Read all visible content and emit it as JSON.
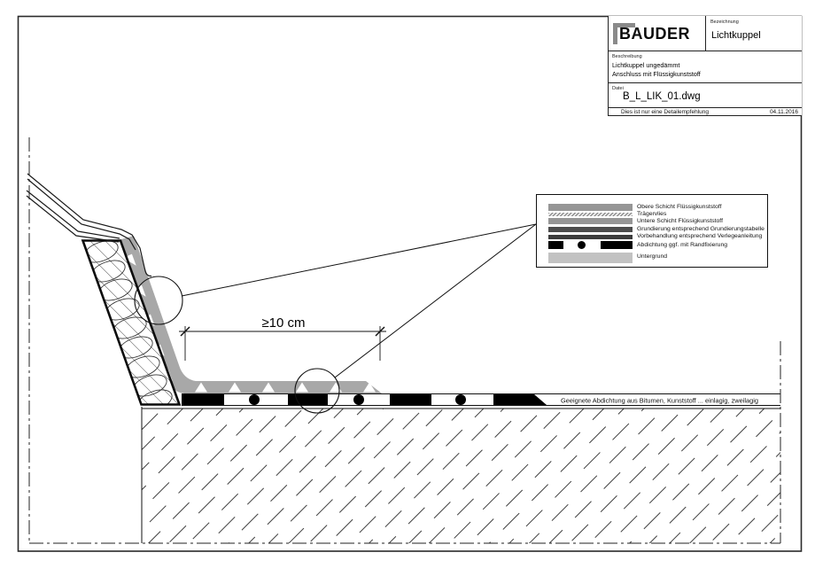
{
  "title_block": {
    "logo_text": "BAUDER",
    "bezeichnung_label": "Bezeichnung",
    "bezeichnung_value": "Lichtkuppel",
    "beschreibung_label": "Beschreibung",
    "beschreibung_line1": "Lichtkuppel ungedämmt",
    "beschreibung_line2": "Anschluss mit Flüssigkunststoff",
    "datei_label": "Datei",
    "datei_value": "B_L_LIK_01.dwg",
    "disclaimer": "Dies ist nur eine Detailempfehlung",
    "date": "04.11.2016"
  },
  "legend": {
    "items": [
      {
        "label": "Obere Schicht Flüssigkunststoff"
      },
      {
        "label": "Trägervlies"
      },
      {
        "label": "Untere Schicht Flüssigkunststoff"
      },
      {
        "label": "Grundierung entsprechend Grundierungstabelle"
      },
      {
        "label": "Vorbehandlung entsprechend Verlegeanleitung"
      },
      {
        "label": "Abdichtung ggf. mit Randfixierung"
      },
      {
        "label": "Untergrund"
      }
    ]
  },
  "annotations": {
    "dimension": "≥10 cm",
    "membrane_note": "Geeignete Abdichtung aus Bitumen, Kunststoff ... einlagig, zweilagig"
  },
  "colors": {
    "liquid_plastic": "#a8a8a8",
    "membrane_black": "#000000",
    "layer_gray": "#969696",
    "primer_dark": "#4d4d4d",
    "pretreatment_dark": "#3c3c3c",
    "substrate_gray": "#c2c2c2",
    "logo_gray": "#8a8a8a"
  }
}
